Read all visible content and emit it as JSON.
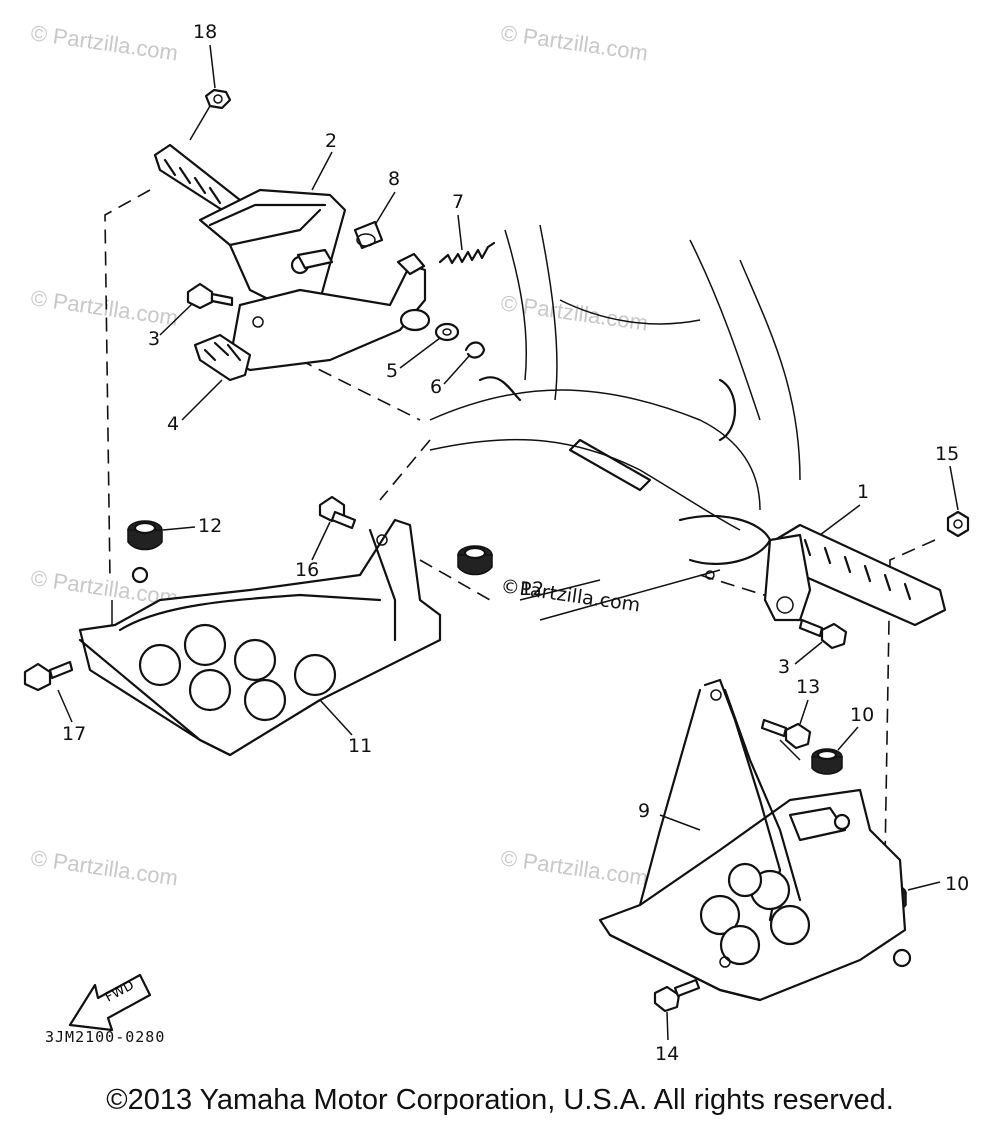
{
  "watermark": "© Partzilla.com",
  "inline_watermark": "©Partzilla.com",
  "diagram_code": "3JM2100-0280",
  "fwd_label": "FWD",
  "copyright": "©2013 Yamaha Motor Corporation, U.S.A. All rights reserved.",
  "callouts": [
    "18",
    "2",
    "8",
    "7",
    "3",
    "5",
    "6",
    "4",
    "12",
    "16",
    "12",
    "15",
    "1",
    "3",
    "13",
    "10",
    "17",
    "11",
    "9",
    "10",
    "14"
  ]
}
